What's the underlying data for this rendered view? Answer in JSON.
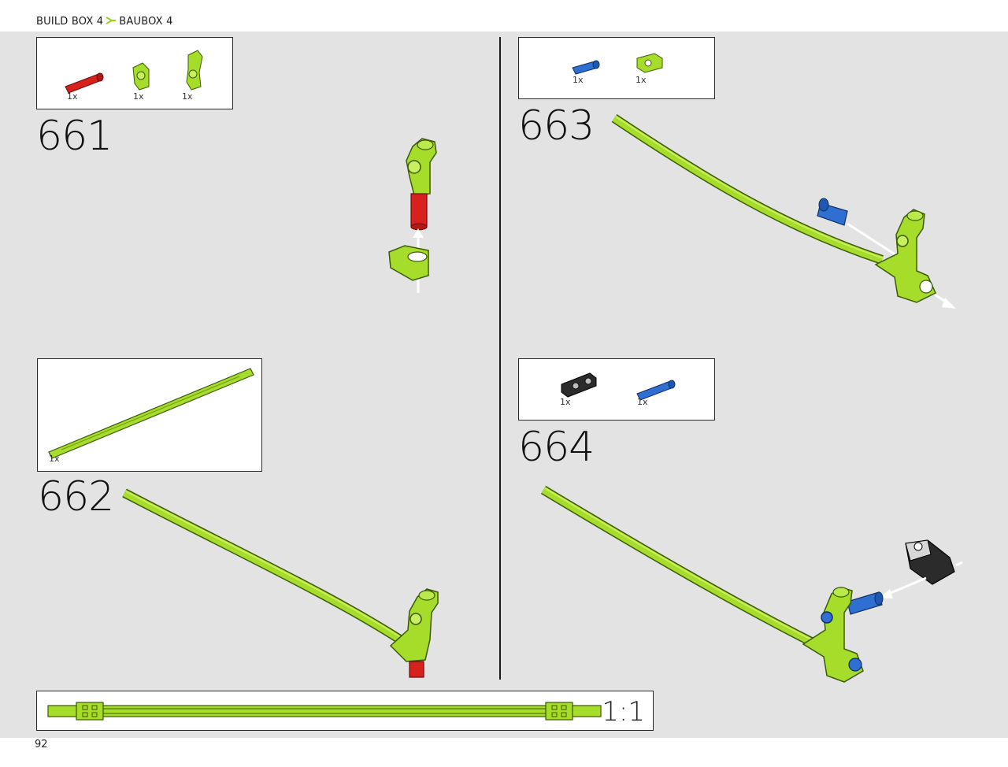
{
  "header": {
    "breadcrumb_en": "BUILD BOX 4",
    "breadcrumb_de": "BAUBOX 4",
    "separator_icon": "chevron-arrow-icon",
    "accent_color": "#9ad01a"
  },
  "colors": {
    "lime": "#a6dc2a",
    "lime_dark": "#6e9b10",
    "red": "#d8201c",
    "blue": "#2f6fd1",
    "black": "#2b2b2b",
    "grey_panel": "#e3e3e3"
  },
  "steps": [
    {
      "number": "661",
      "parts": [
        {
          "name": "red-axle-pin",
          "qty": "1x"
        },
        {
          "name": "lime-connector",
          "qty": "1x"
        },
        {
          "name": "lime-angle-connector",
          "qty": "1x"
        }
      ]
    },
    {
      "number": "662",
      "parts": [
        {
          "name": "lime-flex-axle",
          "qty": "1x"
        }
      ]
    },
    {
      "number": "663",
      "parts": [
        {
          "name": "blue-pin",
          "qty": "1x"
        },
        {
          "name": "lime-cross-block",
          "qty": "1x"
        }
      ]
    },
    {
      "number": "664",
      "parts": [
        {
          "name": "black-cross-block",
          "qty": "1x"
        },
        {
          "name": "blue-long-pin",
          "qty": "1x"
        }
      ]
    }
  ],
  "scale": {
    "label": "1:1"
  },
  "page_number": "92"
}
